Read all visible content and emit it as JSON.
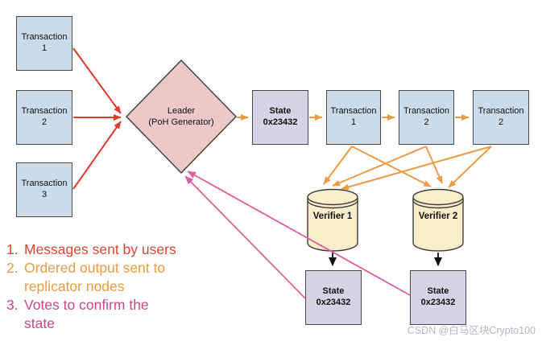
{
  "colors": {
    "background": "#ffffff",
    "box_blue": "#cadbe9",
    "box_purple": "#d8d2e6",
    "diamond_pink": "#ecc9c7",
    "cylinder_cream": "#faeecb",
    "node_border": "#4a4a4a",
    "arrow_red": "#e03a2b",
    "arrow_orange": "#eb9a45",
    "arrow_pink": "#de5f9e",
    "arrow_black": "#111111",
    "legend_red": "#d9472f",
    "legend_orange": "#eb9a43",
    "legend_pink": "#c4498b",
    "watermark_gray": "#b9b5c6"
  },
  "nodes": {
    "user_transactions": [
      {
        "label": "Transaction\n1"
      },
      {
        "label": "Transaction\n2"
      },
      {
        "label": "Transaction\n3"
      }
    ],
    "leader": {
      "label": "Leader\n(PoH Generator)"
    },
    "state_top": {
      "label": "State\n0x23432"
    },
    "ordered_transactions": [
      {
        "label": "Transaction\n1"
      },
      {
        "label": "Transaction\n2"
      },
      {
        "label": "Transaction\n2"
      }
    ],
    "verifiers": [
      {
        "label": "Verifier 1"
      },
      {
        "label": "Verifier 2"
      }
    ],
    "bottom_states": [
      {
        "label": "State\n0x23432"
      },
      {
        "label": "State\n0x23432"
      }
    ]
  },
  "legend": {
    "items": [
      {
        "num": "1.",
        "text": "Messages sent by users",
        "color": "#d9472f"
      },
      {
        "num": "2.",
        "text": "Ordered output sent to replicator nodes",
        "color": "#eb9a43"
      },
      {
        "num": "3.",
        "text": "Votes to confirm the state",
        "color": "#c4498b"
      }
    ]
  },
  "watermark": {
    "text": "CSDN @白马区块Crypto100"
  }
}
